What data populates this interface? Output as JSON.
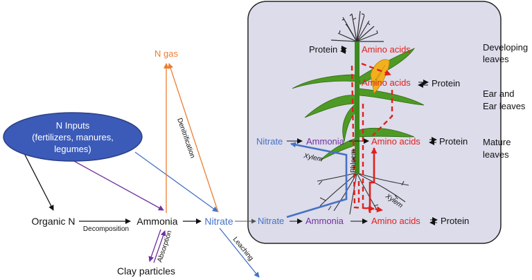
{
  "colors": {
    "panel_fill": "#DDDCEB",
    "panel_stroke": "#222222",
    "inputs_fill": "#3C5BB8",
    "inputs_stroke": "#2A3F86",
    "ngas": "#ED7D31",
    "nitrate": "#4472C4",
    "ammonia": "#7030A0",
    "amino": "#E0201B",
    "black": "#111111",
    "leaf": "#4E9A24",
    "stalk": "#3F8A1E",
    "tassel": "#2F2F2F",
    "ear": "#F2B01E",
    "root": "#333333"
  },
  "labels": {
    "n_gas": "N gas",
    "inputs_line1": "N Inputs",
    "inputs_line2": "(fertilizers, manures,",
    "inputs_line3": "legumes)",
    "organic_n": "Organic N",
    "decomposition": "Decomposition",
    "ammonia_soil": "Ammonia",
    "nitrate_soil": "Nitrate",
    "denitrification": "Denitrification",
    "leaching": "Leaching",
    "absorption": "Absorption",
    "clay_particles": "Clay particles",
    "plant_nitrate_top": "Nitrate",
    "plant_ammonia_top": "Ammonia",
    "amino_mature": "Amino acids",
    "protein_mature": "Protein",
    "amino_ear": "Amino acids",
    "protein_ear": "Protein",
    "amino_dev": "Amino acids",
    "protein_dev": "Protein",
    "xylem_left": "Xylem",
    "phloem": "Phloem",
    "xylem_right": "Xylem",
    "plant_nitrate_bottom": "Nitrate",
    "plant_ammonia_bottom": "Ammonia",
    "amino_bottom": "Amino acids",
    "protein_bottom": "Protein",
    "dev_leaves_1": "Developing",
    "dev_leaves_2": "leaves",
    "ear_leaves_1": "Ear and",
    "ear_leaves_2": "Ear leaves",
    "mature_leaves_1": "Mature",
    "mature_leaves_2": "leaves"
  }
}
